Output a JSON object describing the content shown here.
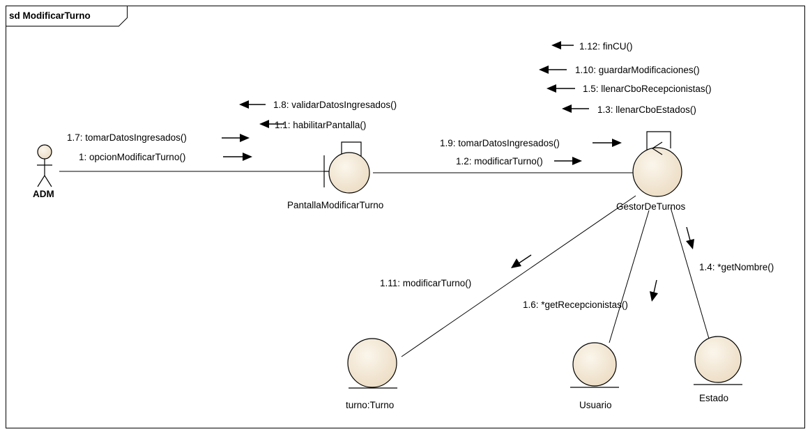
{
  "frame": {
    "title": "sd ModificarTurno"
  },
  "actor": {
    "name": "ADM"
  },
  "objects": {
    "boundary": {
      "name": "PantallaModificarTurno"
    },
    "control": {
      "name": "GestorDeTurnos"
    },
    "turno": {
      "name": "turno:Turno"
    },
    "usuario": {
      "name": "Usuario"
    },
    "estado": {
      "name": "Estado"
    }
  },
  "messages": {
    "m1": "1: opcionModificarTurno()",
    "m1_1": "1.1: habilitarPantalla()",
    "m1_2": "1.2: modificarTurno()",
    "m1_3": "1.3: llenarCboEstados()",
    "m1_4": "1.4: *getNombre()",
    "m1_5": "1.5: llenarCboRecepcionistas()",
    "m1_6": "1.6: *getRecepcionistas()",
    "m1_7": "1.7: tomarDatosIngresados()",
    "m1_8": "1.8: validarDatosIngresados()",
    "m1_9": "1.9: tomarDatosIngresados()",
    "m1_10": "1.10: guardarModificaciones()",
    "m1_11": "1.11: modificarTurno()",
    "m1_12": "1.12: finCU()"
  }
}
